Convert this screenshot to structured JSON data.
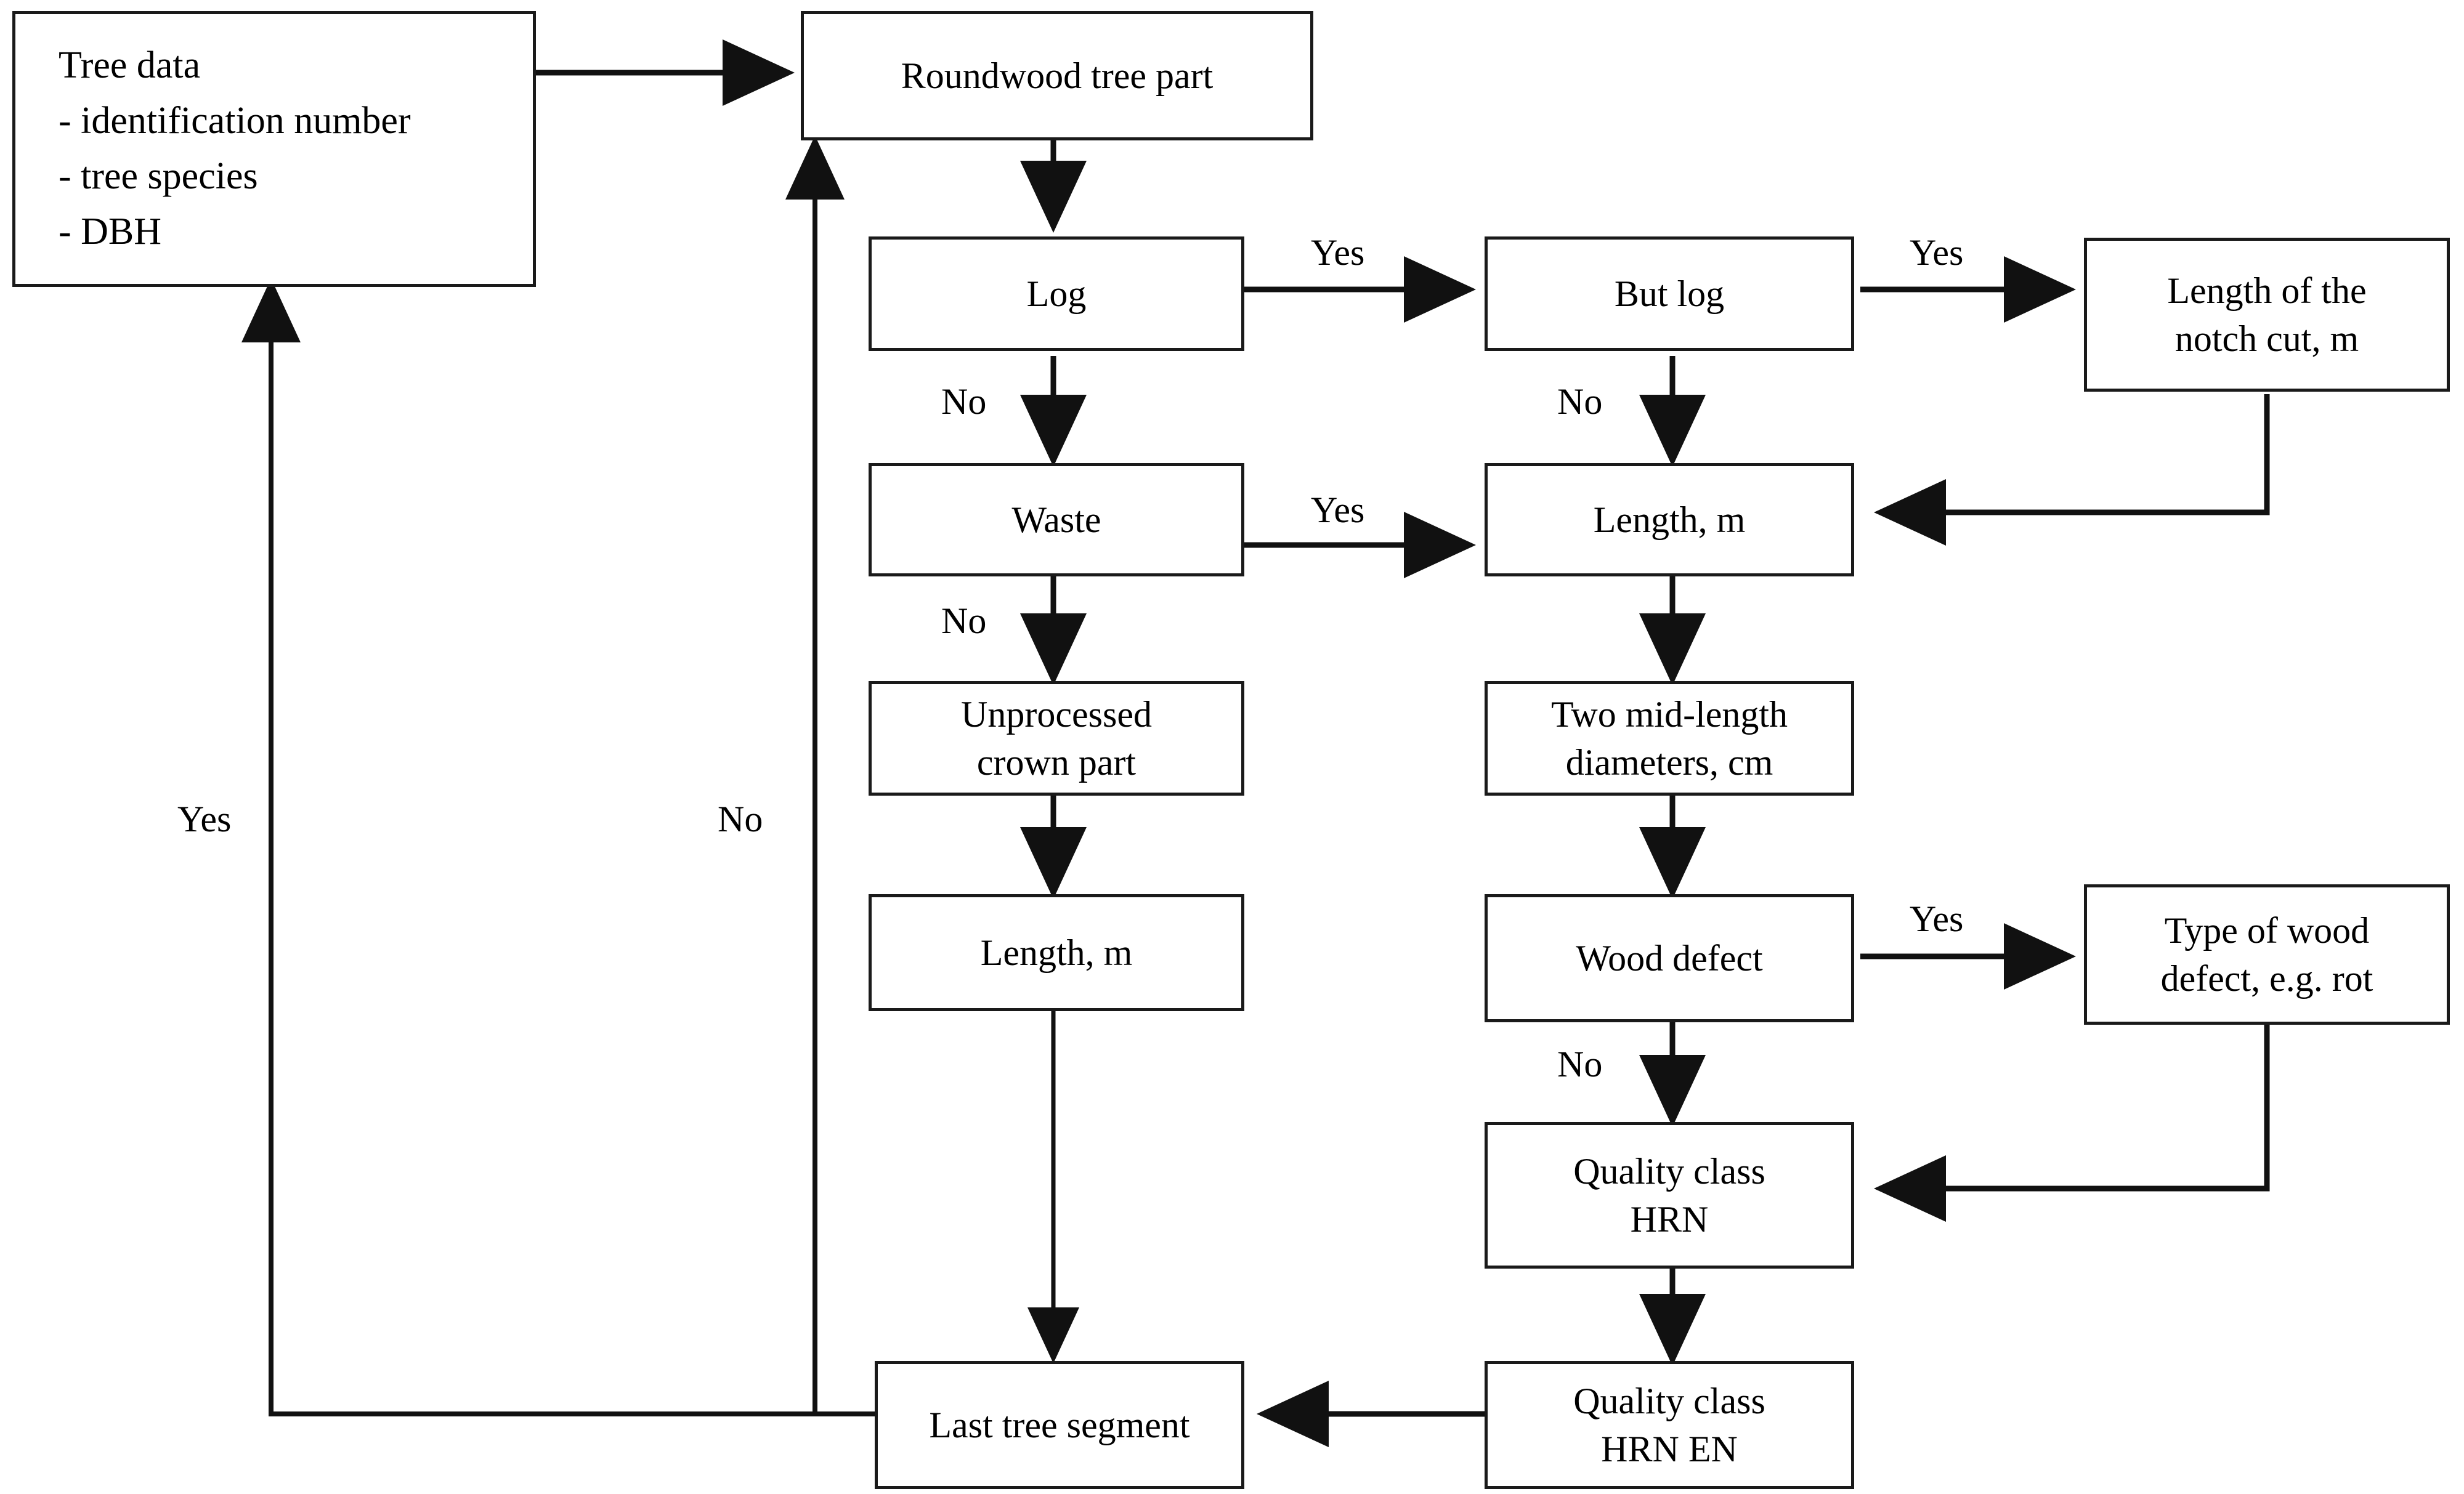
{
  "diagram": {
    "title": "Roundwood tree part measurement and classification flowchart",
    "background": "#ffffff",
    "line_color": "#1a1a1a",
    "text_color": "#000000"
  },
  "nodes": {
    "tree_data": "Tree data\n- identification number\n - tree species\n  - DBH",
    "roundwood_tree_part": "Roundwood tree part",
    "log": "Log",
    "but_log": "But log",
    "length_of_notch_cut": "Length of the\nnotch cut, m",
    "waste": "Waste",
    "length_m_right": "Length, m",
    "unprocessed_crown_part": "Unprocessed\ncrown part",
    "two_mid_length_diameters": "Two mid-length\ndiameters, cm",
    "length_m_middle": "Length, m",
    "wood_defect": "Wood defect",
    "type_of_wood_defect": "Type of wood\ndefect, e.g. rot",
    "quality_class_hrn": "Quality class\nHRN",
    "quality_class_hrn_en": "Quality class\nHRN EN",
    "last_tree_segment": "Last tree segment"
  },
  "edge_labels": {
    "log_yes": "Yes",
    "log_no": "No",
    "but_log_yes": "Yes",
    "but_log_no": "No",
    "waste_yes": "Yes",
    "waste_no": "No",
    "wood_defect_yes": "Yes",
    "wood_defect_no": "No",
    "loop_yes": "Yes",
    "loop_no": "No"
  }
}
